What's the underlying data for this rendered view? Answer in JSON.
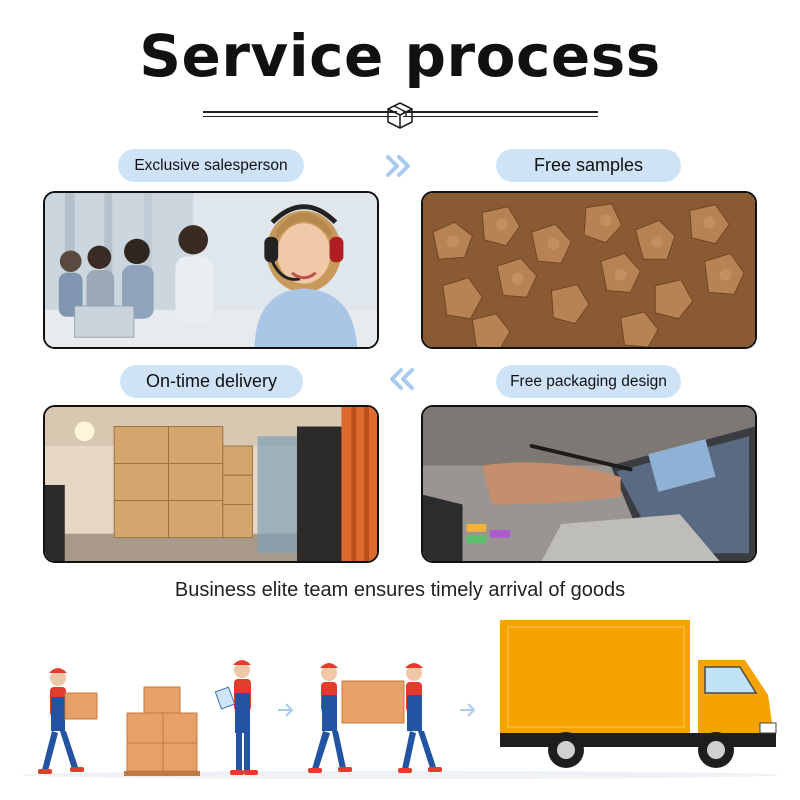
{
  "header": {
    "title": "Service process"
  },
  "steps": [
    {
      "label": "Exclusive salesperson",
      "image_icon": "call-center-photo"
    },
    {
      "label": "Free samples",
      "image_icon": "pet-treats-photo"
    },
    {
      "label": "Free packaging design",
      "image_icon": "design-laptop-photo"
    },
    {
      "label": "On-time delivery",
      "image_icon": "warehouse-boxes-photo"
    }
  ],
  "caption": "Business elite team ensures timely arrival of goods",
  "colors": {
    "pill_bg": "#cfe3f7",
    "arrow": "#a9cbf0",
    "truck": "#f5a300",
    "worker_shirt": "#e53b2c",
    "worker_overall": "#2354a3",
    "box": "#e9a067"
  }
}
